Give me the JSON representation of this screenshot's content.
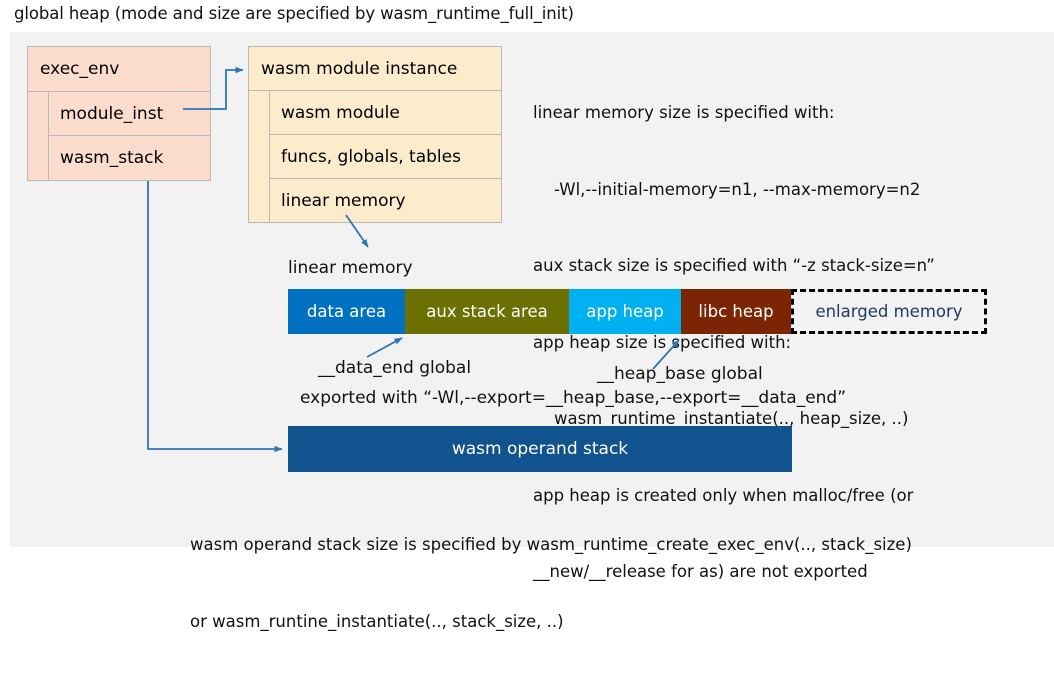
{
  "title": "global heap (mode and size are specified by wasm_runtime_full_init)",
  "colors": {
    "panel_bg": "#f2f2f2",
    "exec_env_fill": "#fbdccd",
    "module_inst_fill": "#fdeccc",
    "data_area": "#0070c0",
    "aux_stack_area": "#6b7000",
    "app_heap": "#00b0f0",
    "libc_heap": "#7b2504",
    "enlarged_memory_text": "#1f3864",
    "operand_stack": "#10538f",
    "connector": "#2e75b6",
    "box_border": "#b9b9b9"
  },
  "exec_env": {
    "header": "exec_env",
    "rows": [
      {
        "label": "module_inst"
      },
      {
        "label": "wasm_stack"
      }
    ]
  },
  "module_instance": {
    "header": "wasm module instance",
    "rows": [
      {
        "label": "wasm module"
      },
      {
        "label": "funcs, globals, tables"
      },
      {
        "label": "linear memory"
      }
    ]
  },
  "notes": {
    "lines": [
      "linear memory size is specified with:",
      "    -Wl,--initial-memory=n1, --max-memory=n2",
      "aux stack size is specified with “-z stack-size=n”",
      "app heap size is specified with:",
      "    wasm_runtime_instantiate(.., heap_size, ..)",
      "app heap is created only when malloc/free (or",
      "__new/__release for as) are not exported"
    ]
  },
  "linear_memory": {
    "label": "linear memory",
    "segments": [
      {
        "label": "data area",
        "color": "#0070c0",
        "text_color": "#ffffff",
        "width": 117,
        "dashed": false
      },
      {
        "label": "aux stack area",
        "color": "#6b7000",
        "text_color": "#ffffff",
        "width": 164,
        "dashed": false
      },
      {
        "label": "app heap",
        "color": "#00b0f0",
        "text_color": "#ffffff",
        "width": 112,
        "dashed": false
      },
      {
        "label": "libc heap",
        "color": "#7b2504",
        "text_color": "#ffffff",
        "width": 110,
        "dashed": false
      },
      {
        "label": "enlarged memory",
        "color": "#f2f2f2",
        "text_color": "#1f3864",
        "width": 196,
        "dashed": true
      }
    ]
  },
  "annotations": {
    "data_end": "__data_end global",
    "heap_base": "__heap_base global",
    "exported": "exported with “-Wl,--export=__heap_base,--export=__data_end”"
  },
  "operand_stack": {
    "label": "wasm operand stack"
  },
  "bottom_notes": {
    "lines": [
      "wasm operand stack size is specified by wasm_runtime_create_exec_env(.., stack_size)",
      "or wasm_runtine_instantiate(.., stack_size, ..)"
    ]
  }
}
